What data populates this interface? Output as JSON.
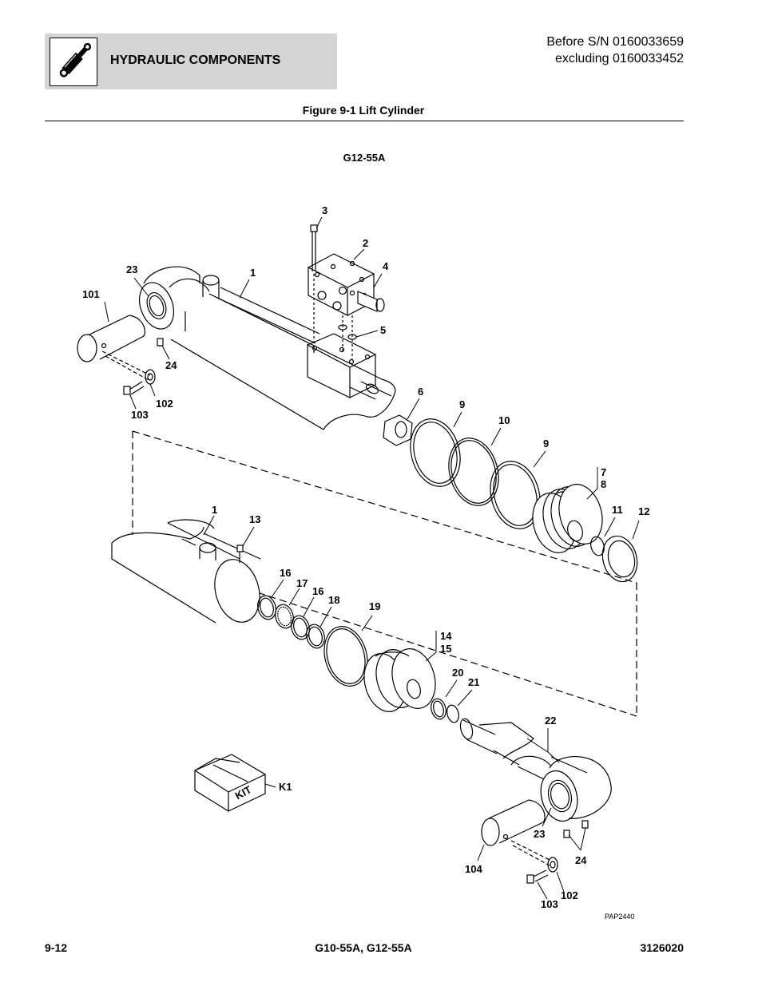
{
  "header": {
    "section_title": "HYDRAULIC COMPONENTS",
    "serial_line1": "Before S/N 0160033659",
    "serial_line2": "excluding 0160033452",
    "icon": "hydraulic-cylinder-icon"
  },
  "figure": {
    "title": "Figure 9-1 Lift Cylinder",
    "model": "G12-55A",
    "drawing_id": "PAP2440",
    "kit_text": "KIT"
  },
  "callouts": {
    "c1a": "1",
    "c1b": "1",
    "c2": "2",
    "c3": "3",
    "c4": "4",
    "c5": "5",
    "c6": "6",
    "c7": "7",
    "c8": "8",
    "c9a": "9",
    "c9b": "9",
    "c10": "10",
    "c11": "11",
    "c12": "12",
    "c13": "13",
    "c14": "14",
    "c15": "15",
    "c16a": "16",
    "c16b": "16",
    "c17": "17",
    "c18": "18",
    "c19": "19",
    "c20": "20",
    "c21": "21",
    "c22": "22",
    "c23a": "23",
    "c23b": "23",
    "c24a": "24",
    "c24b": "24",
    "c101": "101",
    "c102a": "102",
    "c102b": "102",
    "c103a": "103",
    "c103b": "103",
    "c104": "104",
    "ck1": "K1"
  },
  "footer": {
    "page": "9-12",
    "models": "G10-55A, G12-55A",
    "doc_number": "3126020"
  }
}
